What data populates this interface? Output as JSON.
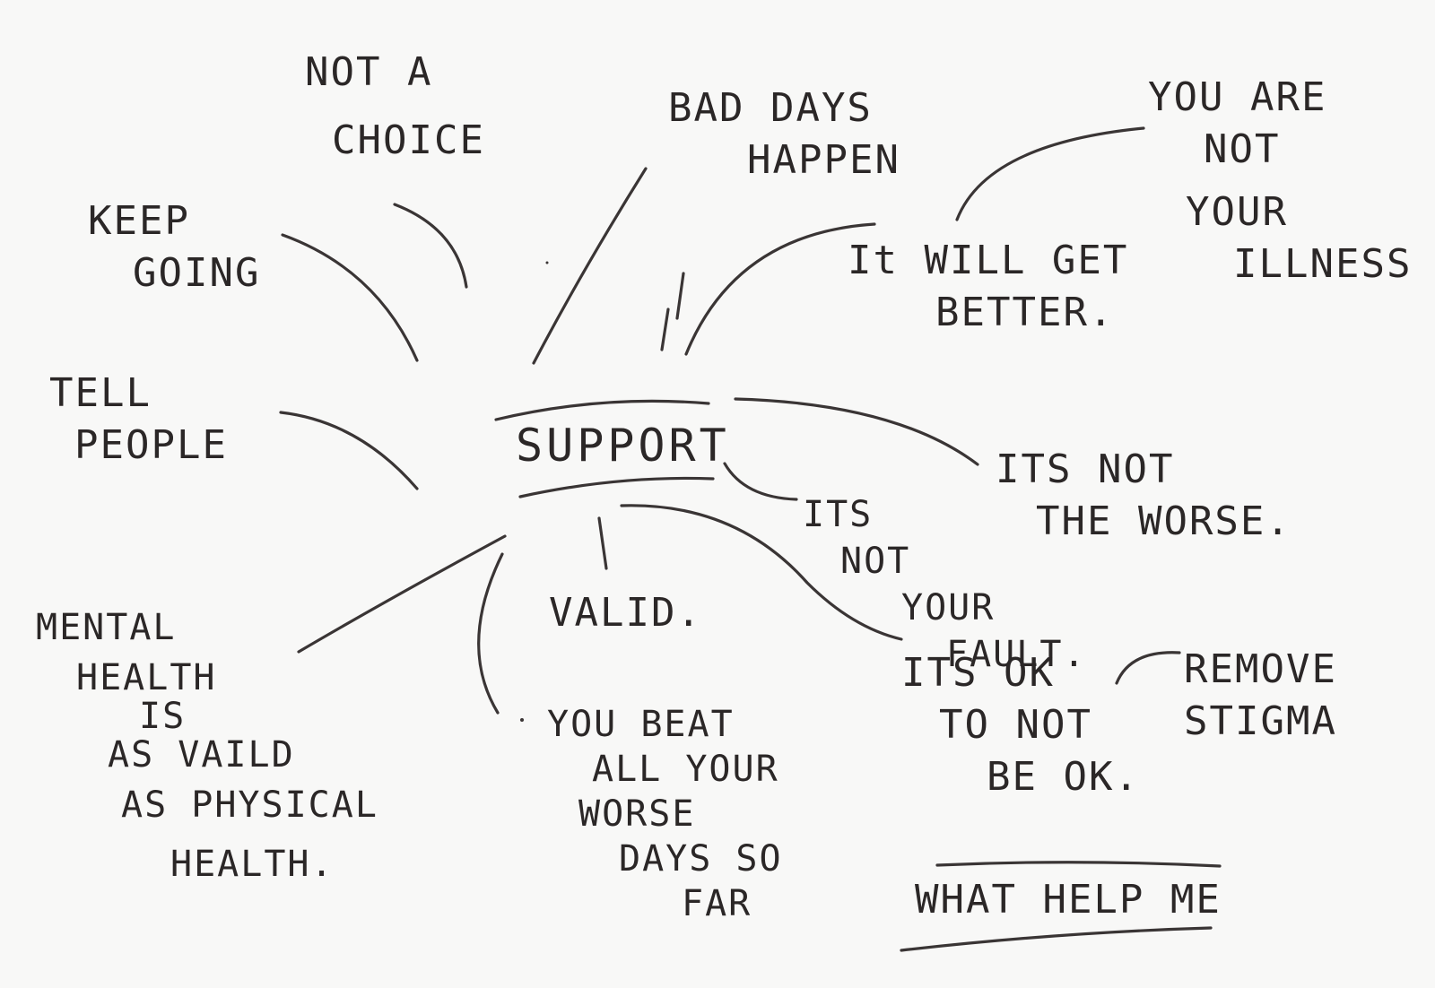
{
  "center": {
    "label": "SUPPORT"
  },
  "nodes": {
    "not_a_choice": [
      "NOT A",
      "CHOICE"
    ],
    "bad_days": [
      "BAD DAYS",
      "HAPPEN"
    ],
    "you_are_not": [
      "YOU ARE",
      "NOT",
      "YOUR",
      "ILLNESS"
    ],
    "keep_going": [
      "KEEP",
      "GOING"
    ],
    "it_will_get_better": [
      "It WILL GET",
      "BETTER."
    ],
    "tell_people": [
      "TELL",
      "PEOPLE"
    ],
    "its_not_the_worse": [
      "ITS NOT",
      "THE WORSE."
    ],
    "its_not_your_fault": [
      "ITS",
      "NOT",
      "YOUR",
      "FAULT."
    ],
    "valid": [
      "VALID."
    ],
    "mental_health": [
      "MENTAL",
      "HEALTH",
      "IS",
      "AS VAILD",
      "AS PHYSICAL",
      "HEALTH."
    ],
    "you_beat": [
      "YOU BEAT",
      "ALL YOUR",
      "WORSE",
      "DAYS SO",
      "FAR"
    ],
    "its_ok": [
      "ITS OK",
      "TO NOT",
      "BE OK."
    ],
    "remove_stigma": [
      "REMOVE",
      "STIGMA"
    ]
  },
  "footer": {
    "caption": "WHAT HELP ME"
  },
  "colors": {
    "ink": "#2b2727",
    "paper": "#f8f8f7"
  }
}
